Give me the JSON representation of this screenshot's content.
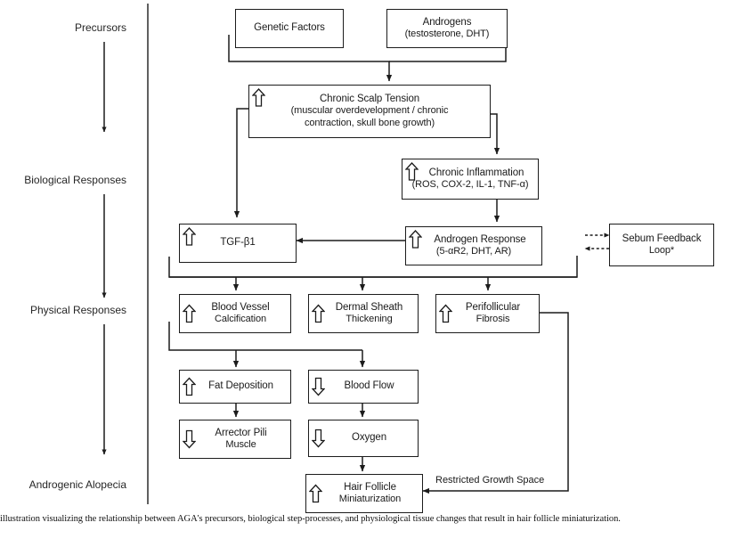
{
  "figure": {
    "type": "flowchart",
    "caption": "illustration visualizing the relationship between AGA's precursors, biological step-processes, and physiological tissue changes that result in hair follicle miniaturization.",
    "background_color": "#ffffff",
    "line_color": "#1c1c1c"
  },
  "stages": [
    {
      "id": "precursors",
      "label": "Precursors"
    },
    {
      "id": "biological",
      "label": "Biological Responses"
    },
    {
      "id": "physical",
      "label": "Physical Responses"
    },
    {
      "id": "outcome",
      "label": "Androgenic Alopecia"
    }
  ],
  "nodes": [
    {
      "id": "genetic-factors",
      "title": "Genetic Factors",
      "subtitle": "",
      "trend": "none"
    },
    {
      "id": "androgens",
      "title": "Androgens",
      "subtitle": "(testosterone, DHT)",
      "trend": "none"
    },
    {
      "id": "chronic-scalp-tension",
      "title": "Chronic Scalp Tension",
      "subtitle": "(muscular overdevelopment / chronic",
      "subtitle2": "contraction, skull bone growth)",
      "trend": "up"
    },
    {
      "id": "chronic-inflammation",
      "title": "Chronic Inflammation",
      "subtitle": "(ROS, COX-2, IL-1, TNF-α)",
      "trend": "up"
    },
    {
      "id": "androgen-response",
      "title": "Androgen Response",
      "subtitle": "(5-αR2, DHT, AR)",
      "trend": "up"
    },
    {
      "id": "tgf-beta-1",
      "title": "TGF-β1",
      "subtitle": "",
      "trend": "up"
    },
    {
      "id": "sebum-feedback-loop",
      "title": "Sebum Feedback",
      "subtitle": "Loop*",
      "trend": "none"
    },
    {
      "id": "blood-vessel-calcification",
      "title": "Blood Vessel",
      "subtitle": "Calcification",
      "trend": "up"
    },
    {
      "id": "dermal-sheath-thickening",
      "title": "Dermal Sheath",
      "subtitle": "Thickening",
      "trend": "up"
    },
    {
      "id": "perifollicular-fibrosis",
      "title": "Perifollicular",
      "subtitle": "Fibrosis",
      "trend": "up"
    },
    {
      "id": "fat-deposition",
      "title": "Fat Deposition",
      "subtitle": "",
      "trend": "up"
    },
    {
      "id": "blood-flow",
      "title": "Blood Flow",
      "subtitle": "",
      "trend": "down"
    },
    {
      "id": "arrector-pili-muscle",
      "title": "Arrector Pili",
      "subtitle": "Muscle",
      "trend": "down"
    },
    {
      "id": "oxygen",
      "title": "Oxygen",
      "subtitle": "",
      "trend": "down"
    },
    {
      "id": "hair-follicle-miniaturization",
      "title": "Hair Follicle",
      "subtitle": "Miniaturization",
      "trend": "up"
    }
  ],
  "edge_labels": [
    {
      "id": "restricted-growth-space",
      "label": "Restricted Growth Space"
    }
  ],
  "edges": [
    {
      "from": "genetic-factors",
      "to": "chronic-scalp-tension",
      "style": "solid"
    },
    {
      "from": "androgens",
      "to": "chronic-scalp-tension",
      "style": "solid"
    },
    {
      "from": "chronic-scalp-tension",
      "to": "chronic-inflammation",
      "style": "solid"
    },
    {
      "from": "chronic-scalp-tension",
      "to": "tgf-beta-1",
      "style": "solid"
    },
    {
      "from": "chronic-inflammation",
      "to": "androgen-response",
      "style": "solid"
    },
    {
      "from": "androgen-response",
      "to": "tgf-beta-1",
      "style": "solid"
    },
    {
      "from": "androgen-response",
      "to": "sebum-feedback-loop",
      "style": "dashed"
    },
    {
      "from": "sebum-feedback-loop",
      "to": "androgen-response",
      "style": "dashed"
    },
    {
      "from": "tgf-beta-1",
      "to": "blood-vessel-calcification",
      "style": "solid"
    },
    {
      "from": "tgf-beta-1",
      "to": "dermal-sheath-thickening",
      "style": "solid"
    },
    {
      "from": "tgf-beta-1",
      "to": "perifollicular-fibrosis",
      "style": "solid"
    },
    {
      "from": "blood-vessel-calcification",
      "to": "fat-deposition",
      "style": "solid"
    },
    {
      "from": "blood-vessel-calcification",
      "to": "blood-flow",
      "style": "solid"
    },
    {
      "from": "fat-deposition",
      "to": "arrector-pili-muscle",
      "style": "solid"
    },
    {
      "from": "blood-flow",
      "to": "oxygen",
      "style": "solid"
    },
    {
      "from": "oxygen",
      "to": "hair-follicle-miniaturization",
      "style": "solid"
    },
    {
      "from": "perifollicular-fibrosis",
      "to": "hair-follicle-miniaturization",
      "style": "solid",
      "label": "Restricted Growth Space"
    }
  ]
}
